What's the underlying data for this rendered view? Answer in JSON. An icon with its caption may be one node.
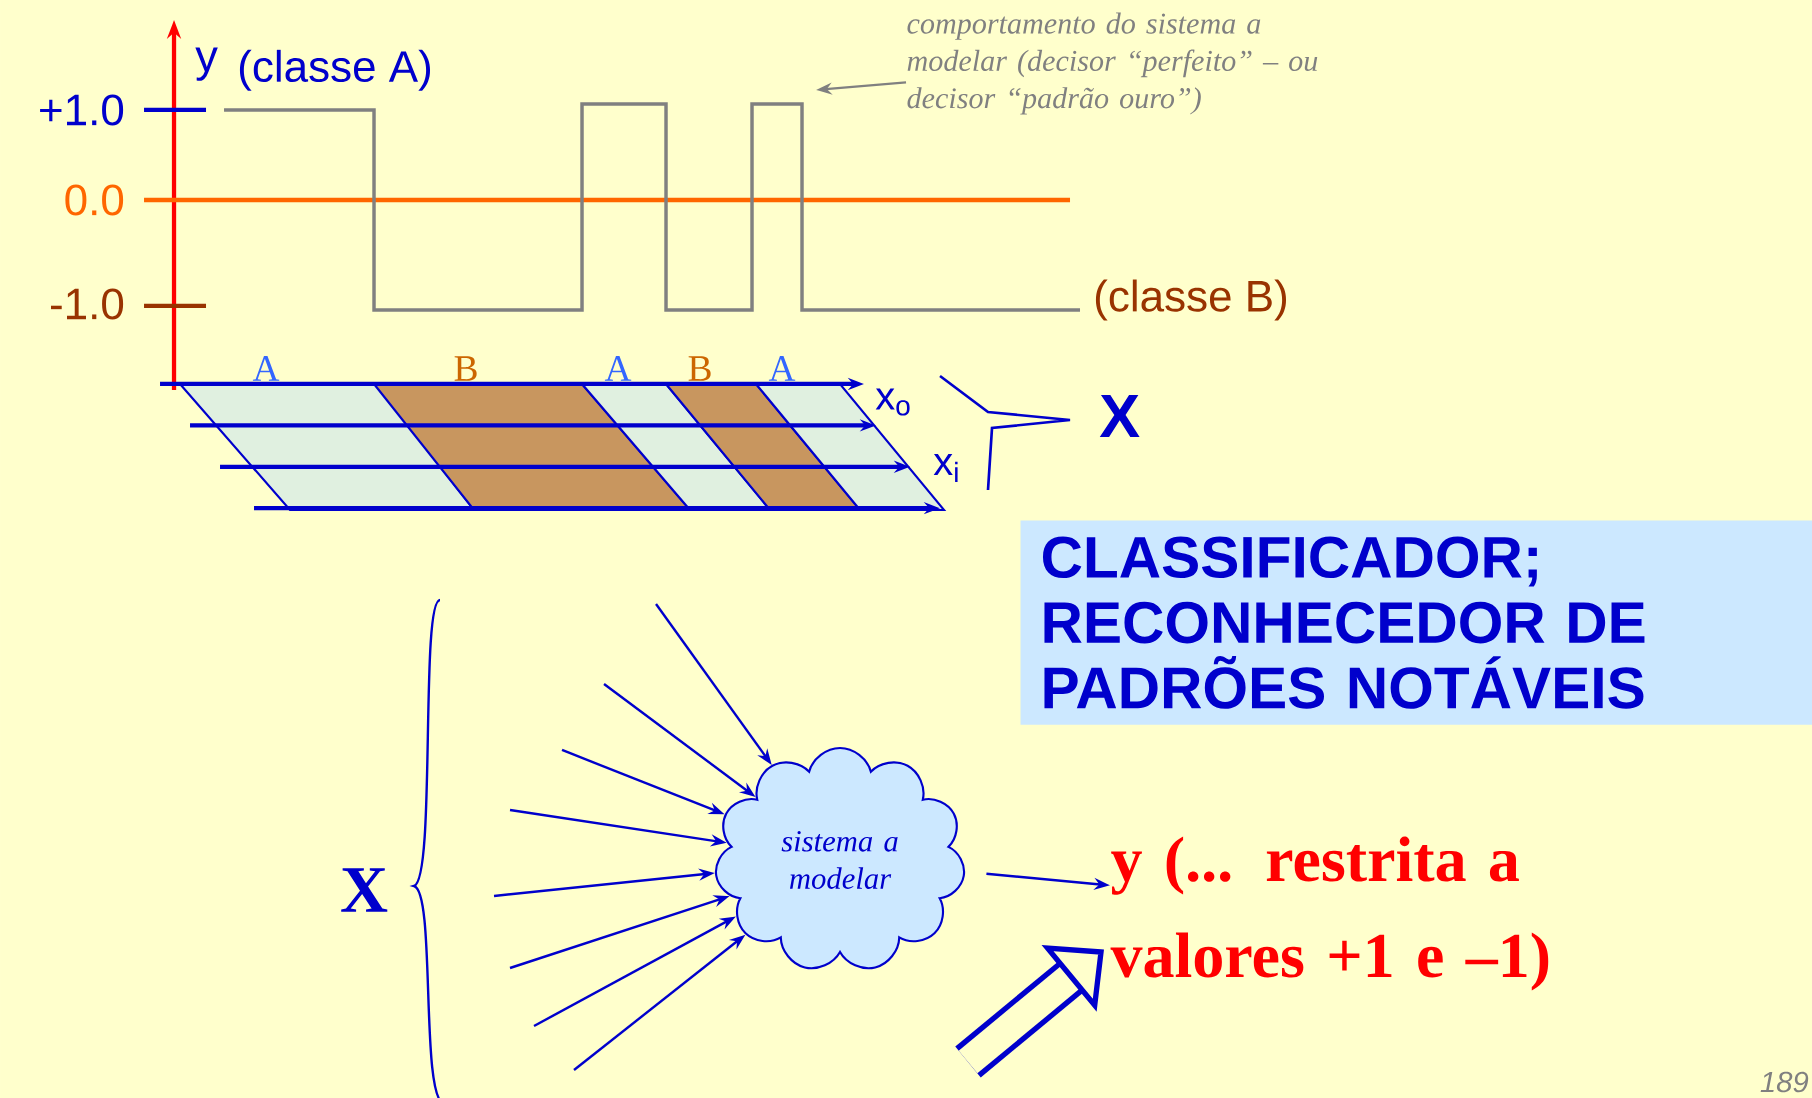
{
  "diagram": {
    "nodes": [
      {
        "text": [
          "comportamento do sistema a modelar (decisor “perfeito” – ou decisor “padrão ouro”)"
        ]
      },
      {
        "text": [
          "CLASSIFICADOR; RECONHECEDOR DE PADRÕES NOTÁVEIS"
        ]
      },
      {
        "text": [
          "sistema a modelar"
        ]
      },
      {
        "text": [
          "y (... restrita a valores +1 e –1)"
        ]
      }
    ],
    "edges": [
      {
        "from": 0,
        "to": null,
        "arrow": "to",
        "color": "#808080"
      },
      {
        "from": null,
        "to": 2,
        "arrow": "to"
      },
      {
        "from": null,
        "to": 2,
        "arrow": "to"
      },
      {
        "from": null,
        "to": 2,
        "arrow": "to"
      },
      {
        "from": null,
        "to": 2,
        "arrow": "to"
      },
      {
        "from": null,
        "to": 2,
        "arrow": "to"
      },
      {
        "from": null,
        "to": 2,
        "arrow": "to"
      },
      {
        "from": null,
        "to": 2,
        "arrow": "to"
      },
      {
        "from": null,
        "to": 2,
        "arrow": "to"
      },
      {
        "from": 2,
        "to": 3,
        "arrow": "to"
      },
      {
        "from": null,
        "to": 3,
        "arrow": "to",
        "style": "thick"
      }
    ],
    "labels": [
      "y",
      "(classe A)",
      "+1.0",
      "0.0",
      "-1.0",
      "(classe B)",
      "A",
      "B",
      "A",
      "B",
      "A",
      "x$_{o}$",
      "x$_{i}$",
      "X",
      "X",
      "189"
    ]
  }
}
